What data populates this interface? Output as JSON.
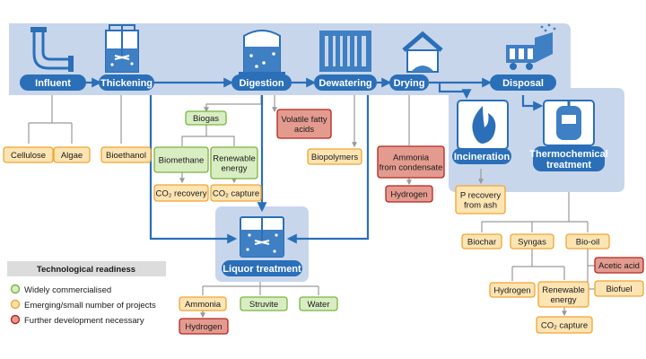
{
  "colors": {
    "panel": "#c8d6ec",
    "stage_fill": "#2a6fb8",
    "icon_fill": "#3f7fc4",
    "arrow": "#2a6fb8",
    "connector": "#9a9a9a",
    "commercial_fill": "#d9edc2",
    "commercial_stroke": "#7cb342",
    "emerging_fill": "#fce4b3",
    "emerging_stroke": "#f2a531",
    "further_fill": "#e49b8f",
    "further_stroke": "#b3261e",
    "legend_header": "#dcdcdc"
  },
  "stages": {
    "influent": "Influent",
    "thickening": "Thickening",
    "digestion": "Digestion",
    "dewatering": "Dewatering",
    "drying": "Drying",
    "disposal": "Disposal",
    "incineration": "Incineration",
    "thermochemical": [
      "Thermochemical",
      "treatment"
    ],
    "liquor": "Liquor treatment"
  },
  "products": {
    "cellulose": [
      "Cellulose"
    ],
    "algae": [
      "Algae"
    ],
    "bioethanol": [
      "Bioethanol"
    ],
    "biogas": [
      "Biogas"
    ],
    "biomethane": [
      "Biomethane"
    ],
    "renewable_energy": [
      "Renewable",
      "energy"
    ],
    "co2_recovery": [
      "CO₂ recovery"
    ],
    "co2_capture": [
      "CO₂ capture"
    ],
    "vfa": [
      "Volatile fatty",
      "acids"
    ],
    "biopolymers": [
      "Biopolymers"
    ],
    "ammonia_condensate": [
      "Ammonia",
      "from condensate"
    ],
    "hydrogen_drying": [
      "Hydrogen"
    ],
    "p_recovery": [
      "P recovery",
      "from ash"
    ],
    "biochar": [
      "Biochar"
    ],
    "syngas": [
      "Syngas"
    ],
    "biooil": [
      "Bio-oil"
    ],
    "acetic_acid": [
      "Acetic acid"
    ],
    "biofuel": [
      "Biofuel"
    ],
    "hydrogen_syngas": [
      "Hydrogen"
    ],
    "renewable_energy_syngas": [
      "Renewable",
      "energy"
    ],
    "co2_capture_syngas": [
      "CO₂ capture"
    ],
    "ammonia": [
      "Ammonia"
    ],
    "hydrogen_liquor": [
      "Hydrogen"
    ],
    "struvite": [
      "Struvite"
    ],
    "water": [
      "Water"
    ]
  },
  "legend": {
    "title": "Technological readiness",
    "items": [
      {
        "label": "Widely commercialised",
        "status": "commercial"
      },
      {
        "label": "Emerging/small number of projects",
        "status": "emerging"
      },
      {
        "label": "Further development necessary",
        "status": "further"
      }
    ]
  }
}
